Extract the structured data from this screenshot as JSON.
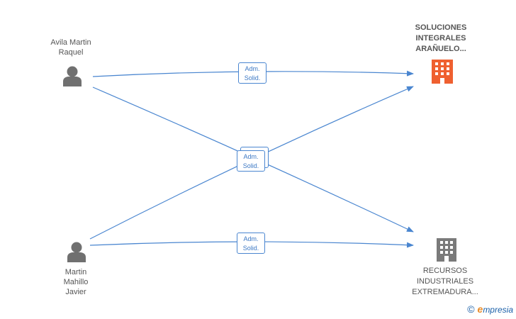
{
  "persons": [
    {
      "name_line1": "Avila Martin",
      "name_line2": "Raquel",
      "name_line3": ""
    },
    {
      "name_line1": "Martin",
      "name_line2": "Mahillo",
      "name_line3": "Javier"
    }
  ],
  "companies": [
    {
      "line1": "SOLUCIONES",
      "line2": "INTEGRALES",
      "line3": "ARAÑUELO...",
      "highlighted": true,
      "icon_color": "#ef6030"
    },
    {
      "line1": "RECURSOS",
      "line2": "INDUSTRIALES",
      "line3": "EXTREMADURA...",
      "highlighted": false,
      "icon_color": "#7a7a7a"
    }
  ],
  "relations": [
    {
      "line1": "Adm.",
      "line2": "Solid."
    },
    {
      "line1": "Adm.",
      "line2": "Solid."
    },
    {
      "line1": "Adm.",
      "line2": "Solid."
    }
  ],
  "colors": {
    "edge": "#4a86d0",
    "person_icon": "#707070",
    "label_text": "#555555"
  },
  "brand": {
    "copyright": "©",
    "e_letter": "e",
    "rest": "mpresia"
  }
}
